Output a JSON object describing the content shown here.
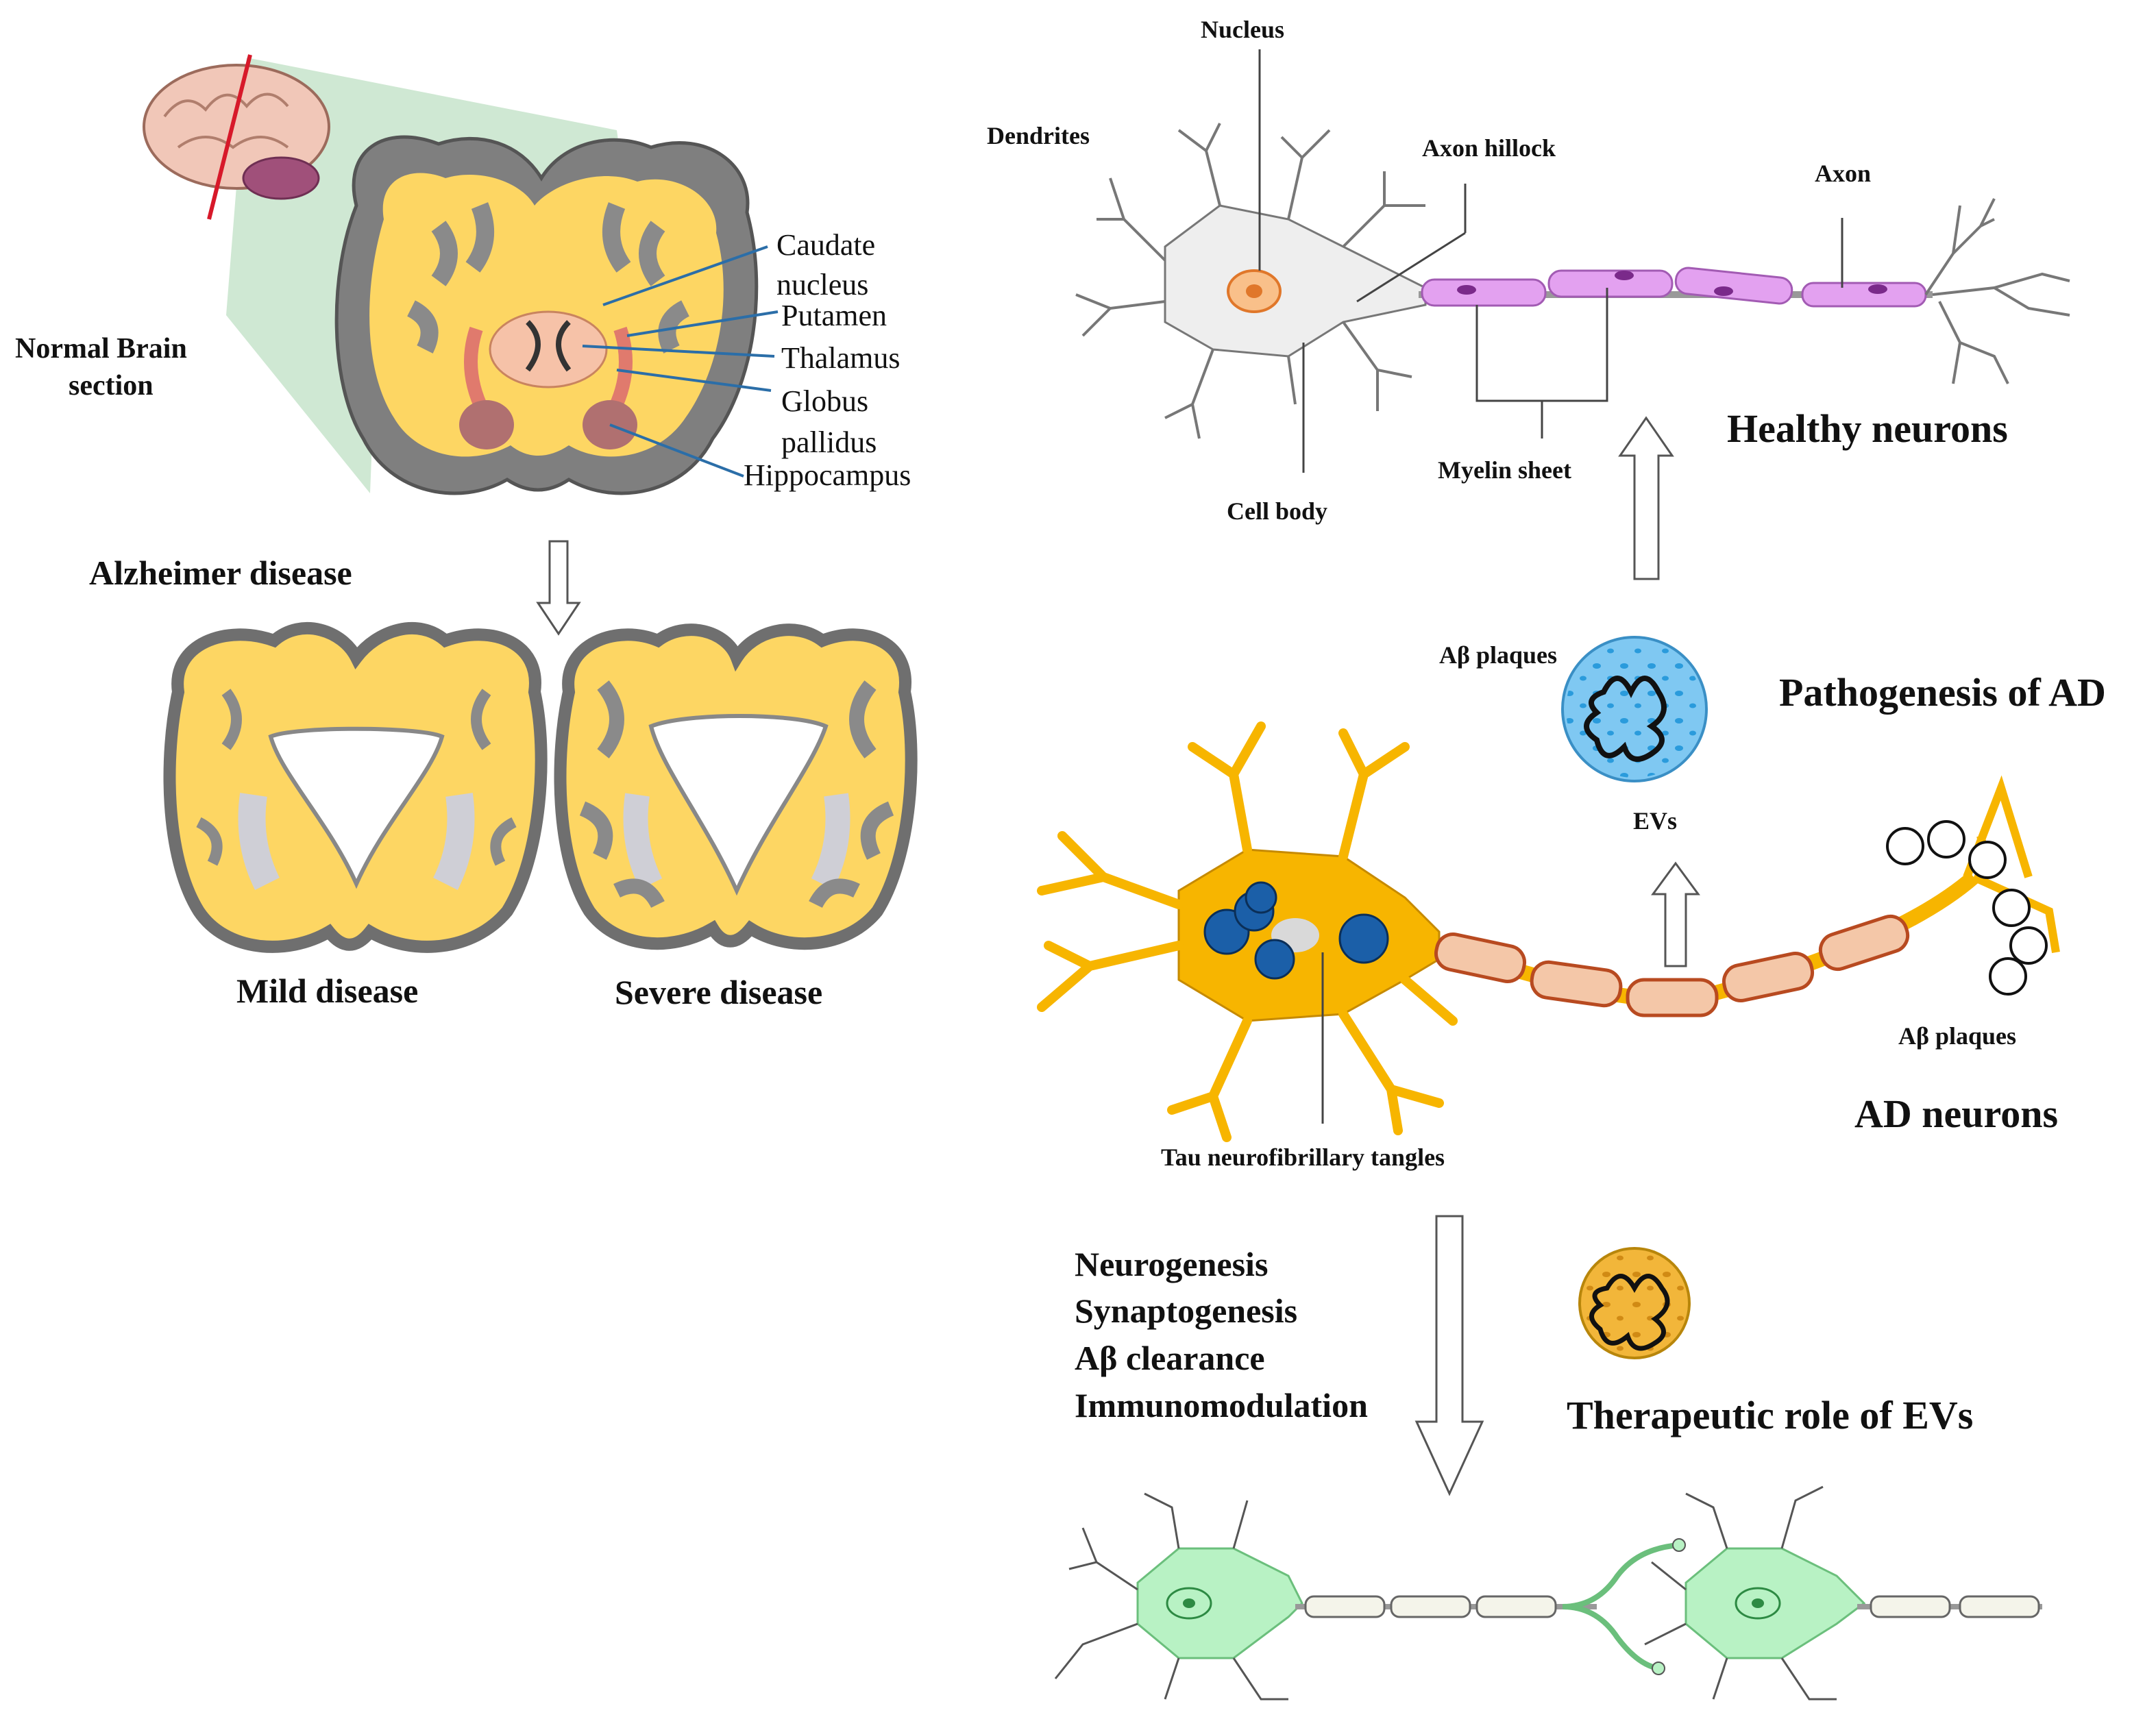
{
  "colors": {
    "white_matter": "#fdd663",
    "grey_matter": "#8a8a8a",
    "cortex_ring": "#6f6f6f",
    "section_bg": "#cfe8d3",
    "cut_line": "#d7192a",
    "pointer_line": "#2b6ea8",
    "myelin_healthy": "#e3a1f0",
    "ad_neuron": "#f7b500",
    "ad_myelin": "#f4c7a8",
    "ev_blue": "#7fc8f2",
    "ev_orange": "#f2b63a",
    "healed_neuron": "#b8f2c4",
    "tangle_blue": "#1b5fa8"
  },
  "left": {
    "normal_label_line1": "Normal  Brain",
    "normal_label_line2": "section",
    "alzheimer_label": "Alzheimer disease",
    "mild_label": "Mild disease",
    "severe_label": "Severe disease",
    "structures": {
      "caudate_line1": "Caudate",
      "caudate_line2": "nucleus",
      "putamen": "Putamen",
      "thalamus": "Thalamus",
      "globus_line1": "Globus",
      "globus_line2": "pallidus",
      "hippocampus": "Hippocampus"
    }
  },
  "healthy": {
    "nucleus": "Nucleus",
    "dendrites": "Dendrites",
    "axon_hillock": "Axon hillock",
    "axon": "Axon",
    "myelin_sheet": "Myelin sheet",
    "cell_body": "Cell body",
    "title": "Healthy neurons"
  },
  "pathogenesis": {
    "ab_plaques": "Aβ plaques",
    "evs": "EVs",
    "title": "Pathogenesis of AD"
  },
  "ad": {
    "ab_plaques": "Aβ plaques",
    "tau": "Tau neurofibrillary tangles",
    "title": "AD neurons"
  },
  "therapy": {
    "roles": [
      "Neurogenesis",
      "Synaptogenesis",
      "Aβ clearance",
      "Immunomodulation"
    ],
    "title": "Therapeutic role of EVs"
  },
  "icons": [
    "brain-icon",
    "brain-section-icon",
    "neuron-icon",
    "extracellular-vesicle-icon",
    "arrow-up-icon",
    "arrow-down-icon"
  ]
}
